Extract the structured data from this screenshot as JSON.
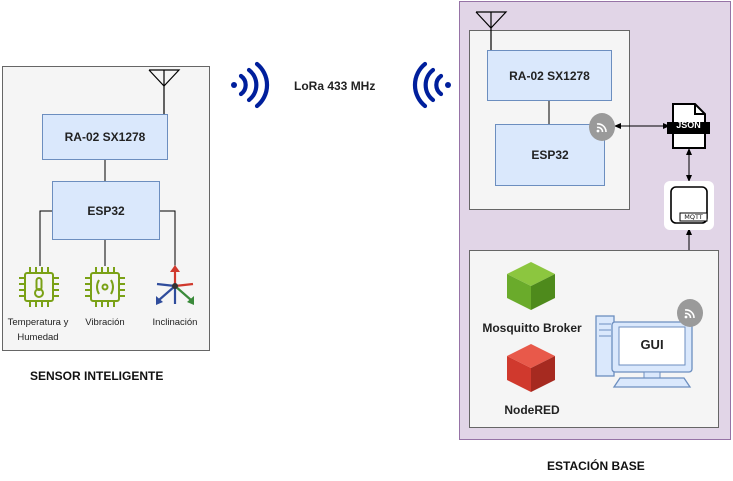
{
  "sensor": {
    "title": "SENSOR INTELIGENTE",
    "radio": "RA-02 SX1278",
    "mcu": "ESP32",
    "sensors": [
      {
        "label": "Temperatura y Humedad",
        "icon": "thermometer-chip-icon"
      },
      {
        "label": "Vibración",
        "icon": "vibration-chip-icon"
      },
      {
        "label": "Inclinación",
        "icon": "tilt-axes-icon"
      }
    ]
  },
  "link": {
    "label": "LoRa 433 MHz"
  },
  "base": {
    "title": "ESTACIÓN BASE",
    "radio": "RA-02 SX1278",
    "mcu": "ESP32",
    "json_badge": "JSON",
    "mqtt_badge": "MQTT",
    "broker": "Mosquitto Broker",
    "nodered": "NodeRED",
    "gui": "GUI"
  },
  "colors": {
    "panel_bg": "#f5f5f5",
    "block_fill": "#dae8fc",
    "block_stroke": "#6c8ebf",
    "base_bg": "#e1d5e7",
    "base_stroke": "#9673a6",
    "wave_blue": "#001f9c",
    "chip_green": "#7aa116",
    "cube_green": "#6aab2b",
    "cube_red": "#d0392d",
    "wifi_grey": "#9a9a9a"
  }
}
